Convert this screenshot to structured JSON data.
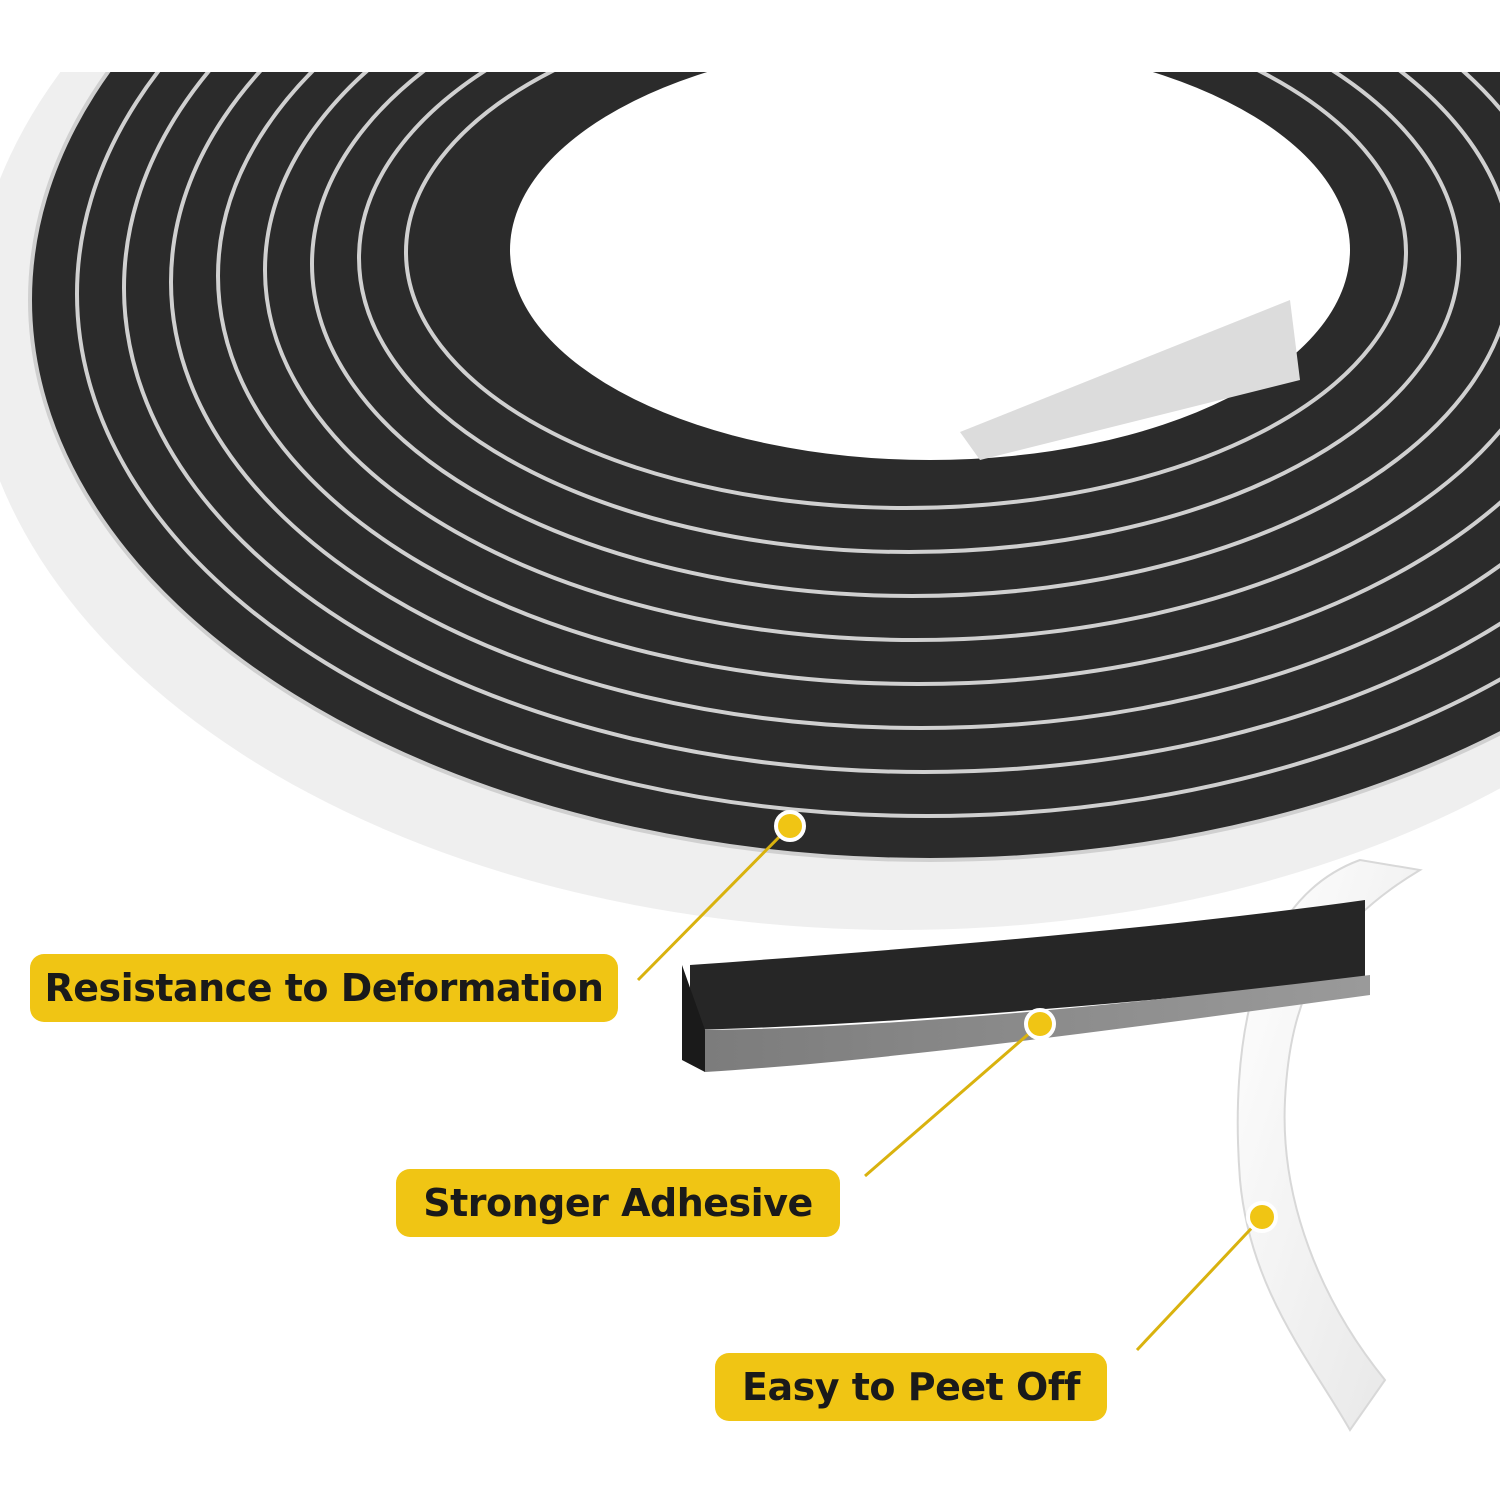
{
  "colors": {
    "foam": "#2b2b2b",
    "foam_edge": "#1c1c1c",
    "liner": "#f2f2f2",
    "adhesive_face": "#8a8a8a",
    "accent_yellow": "#f0c514",
    "leader_line": "#d9b20e"
  },
  "callouts": [
    {
      "text": "Resistance to Deformation"
    },
    {
      "text": "Stronger Adhesive"
    },
    {
      "text": "Easy to Peet Off"
    }
  ]
}
